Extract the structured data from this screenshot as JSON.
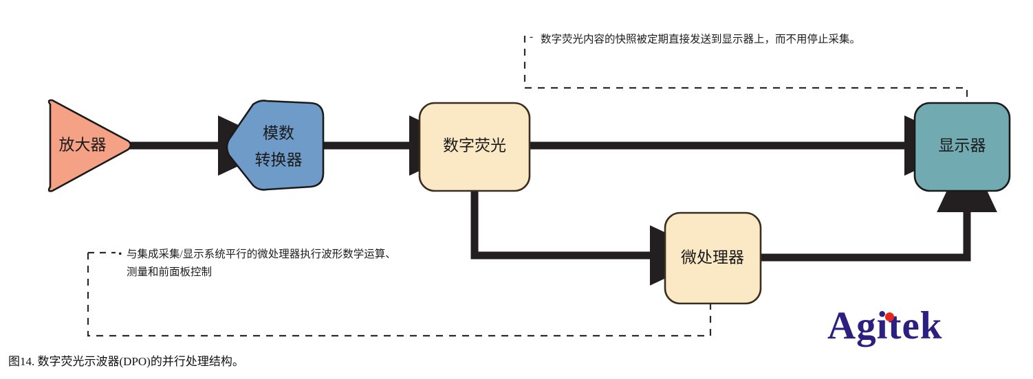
{
  "figure": {
    "caption": "图14. 数字荧光示波器(DPO)的并行处理结构。",
    "logo_text": "Agitek",
    "logo_color": "#2b2080",
    "logo_dot_color": "#e8251f"
  },
  "nodes": {
    "amplifier": {
      "label": "放大器",
      "shape": "triangle",
      "fill": "#f4a186",
      "stroke": "#1a1a1a"
    },
    "adc": {
      "label_line1": "模数",
      "label_line2": "转换器",
      "shape": "pentagon",
      "fill": "#6f9bc9",
      "stroke": "#1a1a1a"
    },
    "digital_phosphor": {
      "label": "数字荧光",
      "shape": "rounded-rect",
      "fill": "#fbe8c4",
      "stroke": "#3a2e20"
    },
    "microprocessor": {
      "label": "微处理器",
      "shape": "rounded-rect",
      "fill": "#fbe8c4",
      "stroke": "#3a2e20"
    },
    "display": {
      "label": "显示器",
      "shape": "rounded-rect",
      "fill": "#72aab2",
      "stroke": "#1a1a1a"
    }
  },
  "connectors": {
    "arrow_color": "#231f20",
    "items": [
      {
        "name": "amplifier-to-adc",
        "from": "amplifier",
        "to": "adc",
        "style": "solid-arrow"
      },
      {
        "name": "adc-to-digital-phosphor",
        "from": "adc",
        "to": "digital_phosphor",
        "style": "solid-arrow"
      },
      {
        "name": "digital-phosphor-to-display",
        "from": "digital_phosphor",
        "to": "display",
        "style": "solid-arrow"
      },
      {
        "name": "digital-phosphor-to-microprocessor",
        "from": "digital_phosphor",
        "to": "microprocessor",
        "style": "solid-elbow-arrow"
      },
      {
        "name": "microprocessor-to-display",
        "from": "microprocessor",
        "to": "display",
        "style": "solid-elbow-arrow"
      }
    ]
  },
  "annotations": {
    "top": {
      "name": "display-snapshot-note",
      "text": "数字荧光内容的快照被定期直接发送到显示器上，而不用停止采集。",
      "bullet": "-",
      "leader_style": "dashed"
    },
    "bottom": {
      "name": "microprocessor-note",
      "line1": "与集成采集/显示系统平行的微处理器执行波形数学运算、",
      "line2": "测量和前面板控制",
      "bullet": "•",
      "leader_style": "dashed"
    }
  }
}
